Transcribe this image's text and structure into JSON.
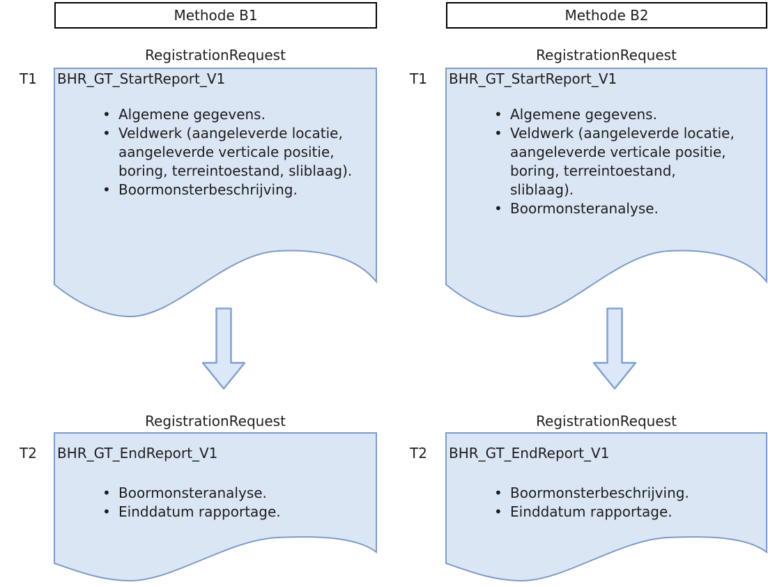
{
  "colors": {
    "doc_fill": "#dbe6f5",
    "doc_border": "#7d9ac8",
    "arrow_fill": "#dce8f8",
    "arrow_border": "#7ea1d4",
    "header_border": "#000000",
    "text": "#1c1c1c"
  },
  "diagram": {
    "columns": [
      {
        "method_label": "Methode B1",
        "steps": [
          {
            "tag": "T1",
            "request_type": "RegistrationRequest",
            "title": "BHR_GT_StartReport_V1",
            "bullets": [
              "Algemene gegevens.",
              "Veldwerk (aangeleverde locatie, aangeleverde verticale positie, boring, terreintoestand, sliblaag).",
              "Boormonsterbeschrijving."
            ]
          },
          {
            "tag": "T2",
            "request_type": "RegistrationRequest",
            "title": "BHR_GT_EndReport_V1",
            "bullets": [
              "Boormonsteranalyse.",
              "Einddatum rapportage."
            ]
          }
        ]
      },
      {
        "method_label": "Methode B2",
        "steps": [
          {
            "tag": "T1",
            "request_type": "RegistrationRequest",
            "title": "BHR_GT_StartReport_V1",
            "bullets": [
              "Algemene gegevens.",
              "Veldwerk (aangeleverde locatie, aangeleverde verticale positie, boring, terreintoestand, sliblaag).",
              "Boormonsteranalyse."
            ]
          },
          {
            "tag": "T2",
            "request_type": "RegistrationRequest",
            "title": "BHR_GT_EndReport_V1",
            "bullets": [
              "Boormonsterbeschrijving.",
              "Einddatum rapportage."
            ]
          }
        ]
      }
    ]
  }
}
